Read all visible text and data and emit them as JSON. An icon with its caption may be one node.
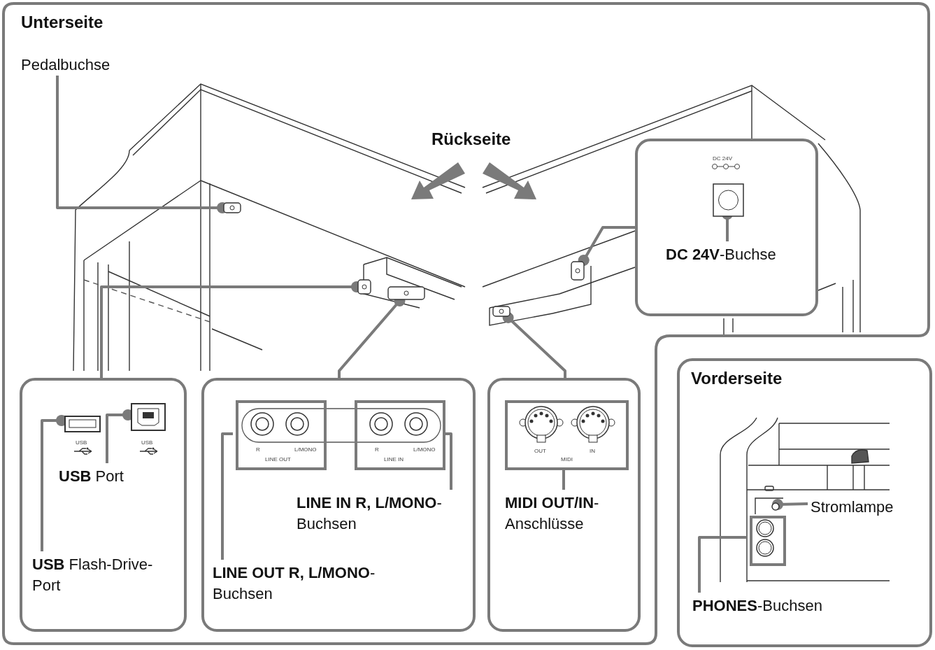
{
  "diagram": {
    "nodes": [
      {
        "text": [
          "Unterseite"
        ]
      },
      {
        "text": [
          "Pedalbuchse"
        ],
        "in": 0
      },
      {
        "text": [],
        "shape": "box",
        "in": 0
      },
      {
        "text": [],
        "shape": "box",
        "in": 0
      },
      {
        "text": [],
        "shape": "box",
        "in": 0
      },
      {
        "text": [],
        "shape": "box",
        "in": 0
      },
      {
        "text": [],
        "shape": "box",
        "in": 0
      },
      {
        "text": [
          "DC 24V"
        ],
        "in": 0
      },
      {
        "text": [],
        "shape": "box",
        "in": 7
      },
      {
        "text": [
          "**DC 24V**-Buchse"
        ],
        "in": 7
      },
      {
        "text": [],
        "shape": "box",
        "in": 0
      },
      {
        "text": [],
        "shape": "box",
        "in": 10,
        "beside": [
          "USB"
        ]
      },
      {
        "text": [],
        "shape": "box",
        "in": 10,
        "beside": [
          "USB"
        ]
      },
      {
        "text": [
          "**USB** Port"
        ],
        "in": 10
      },
      {
        "text": [
          "**USB** Flash-Drive-Port"
        ],
        "in": 10
      },
      {
        "text": [],
        "shape": "box",
        "in": 0
      },
      {
        "text": [
          "R",
          "L/MONO",
          "LINE OUT"
        ],
        "in": 15
      },
      {
        "text": [
          "R",
          "L/MONO",
          "LINE IN"
        ],
        "in": 15
      },
      {
        "text": [
          "**LINE IN R, L/MONO**-Buchsen"
        ],
        "in": 15
      },
      {
        "text": [
          "**LINE OUT R, L/MONO**-Buchsen"
        ],
        "in": 15
      },
      {
        "text": [],
        "shape": "box",
        "in": 0
      },
      {
        "text": [
          "OUT",
          "IN",
          "MIDI"
        ],
        "in": 20
      },
      {
        "text": [
          "**MIDI OUT/IN**-Anschlüsse"
        ],
        "in": 20
      },
      {
        "text": [
          "Vorderseite"
        ]
      },
      {
        "text": [],
        "shape": "circle",
        "in": 23
      },
      {
        "text": [
          "Stromlampe"
        ],
        "in": 23
      },
      {
        "text": [],
        "shape": "box",
        "in": 23
      },
      {
        "text": [
          "**PHONES**-Buchsen"
        ],
        "in": 23
      }
    ],
    "edges": [
      {
        "from": 1,
        "to": 2,
        "arrow": "other"
      },
      {
        "from": 10,
        "to": 3,
        "arrow": "other"
      },
      {
        "from": 15,
        "to": 4,
        "arrow": "other"
      },
      {
        "from": 20,
        "to": 5,
        "arrow": "other"
      },
      {
        "from": 7,
        "to": 6,
        "arrow": "other"
      },
      {
        "from": 9,
        "to": 8,
        "arrow": "other"
      },
      {
        "from": 13,
        "to": 12,
        "arrow": "other"
      },
      {
        "from": 14,
        "to": 11,
        "arrow": "other"
      },
      {
        "from": 18,
        "to": 17,
        "arrow": "none"
      },
      {
        "from": 19,
        "to": 16,
        "arrow": "none"
      },
      {
        "from": 22,
        "to": 21,
        "arrow": "none"
      },
      {
        "from": 25,
        "to": 24,
        "arrow": "other"
      },
      {
        "from": 27,
        "to": 26,
        "arrow": "none"
      }
    ],
    "labels": [
      "Rückseite"
    ]
  }
}
